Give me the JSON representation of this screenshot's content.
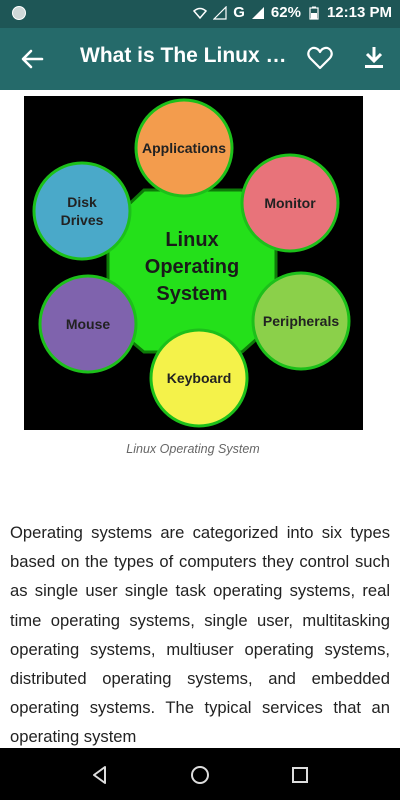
{
  "status_bar": {
    "battery_percent": "62%",
    "time": "12:13 PM",
    "network_label": "G"
  },
  "app_bar": {
    "title": "What is The Linux Operating System",
    "back_icon": "arrow-back-icon",
    "favorite_icon": "heart-outline-icon",
    "download_icon": "download-icon"
  },
  "figure": {
    "center": [
      "Linux",
      "Operating",
      "System"
    ],
    "nodes": [
      {
        "lines": [
          "Applications"
        ],
        "color": "#f39c4d"
      },
      {
        "lines": [
          "Monitor"
        ],
        "color": "#e8737a"
      },
      {
        "lines": [
          "Peripherals"
        ],
        "color": "#8bd04a"
      },
      {
        "lines": [
          "Keyboard"
        ],
        "color": "#f4f24a"
      },
      {
        "lines": [
          "Mouse"
        ],
        "color": "#7f63ad"
      },
      {
        "lines": [
          "Disk",
          "Drives"
        ],
        "color": "#4aa9c9"
      }
    ],
    "caption": "Linux Operating System"
  },
  "article": {
    "paragraph": "Operating systems are categorized into six types based on the types of computers they control such as single user single task operating systems, real time operating systems, single user, multitasking operating systems, multiuser operating systems, distributed operating systems, and embedded  operating systems. The typical services that an operating system"
  },
  "colors": {
    "status_bar": "#1e5656",
    "app_bar": "#256a6a",
    "center_green": "#24e01a"
  }
}
